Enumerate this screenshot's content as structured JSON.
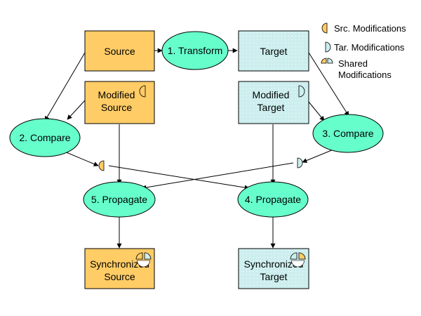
{
  "colors": {
    "source_fill": "#FFCC66",
    "target_fill": "#CCEEEE",
    "process_fill": "#66FFCC",
    "line": "#000000"
  },
  "nodes": {
    "source": "Source",
    "target": "Target",
    "modified_source": [
      "Modified",
      "Source"
    ],
    "modified_target": [
      "Modified",
      "Target"
    ],
    "sync_source": [
      "Synchronized",
      "Source"
    ],
    "sync_target": [
      "Synchronized",
      "Target"
    ]
  },
  "processes": {
    "transform": "1. Transform",
    "compare_left": "2. Compare",
    "compare_right": "3. Compare",
    "propagate_right": "4. Propagate",
    "propagate_left": "5. Propagate"
  },
  "legend": {
    "src": "Src. Modifications",
    "tar": "Tar. Modifications",
    "shared": [
      "Shared",
      "Modifications"
    ]
  },
  "icons": {
    "src_mod": "half-circle-orange-icon",
    "tar_mod": "half-circle-blue-icon",
    "shared_mod": "quarter-circles-shared-icon"
  }
}
